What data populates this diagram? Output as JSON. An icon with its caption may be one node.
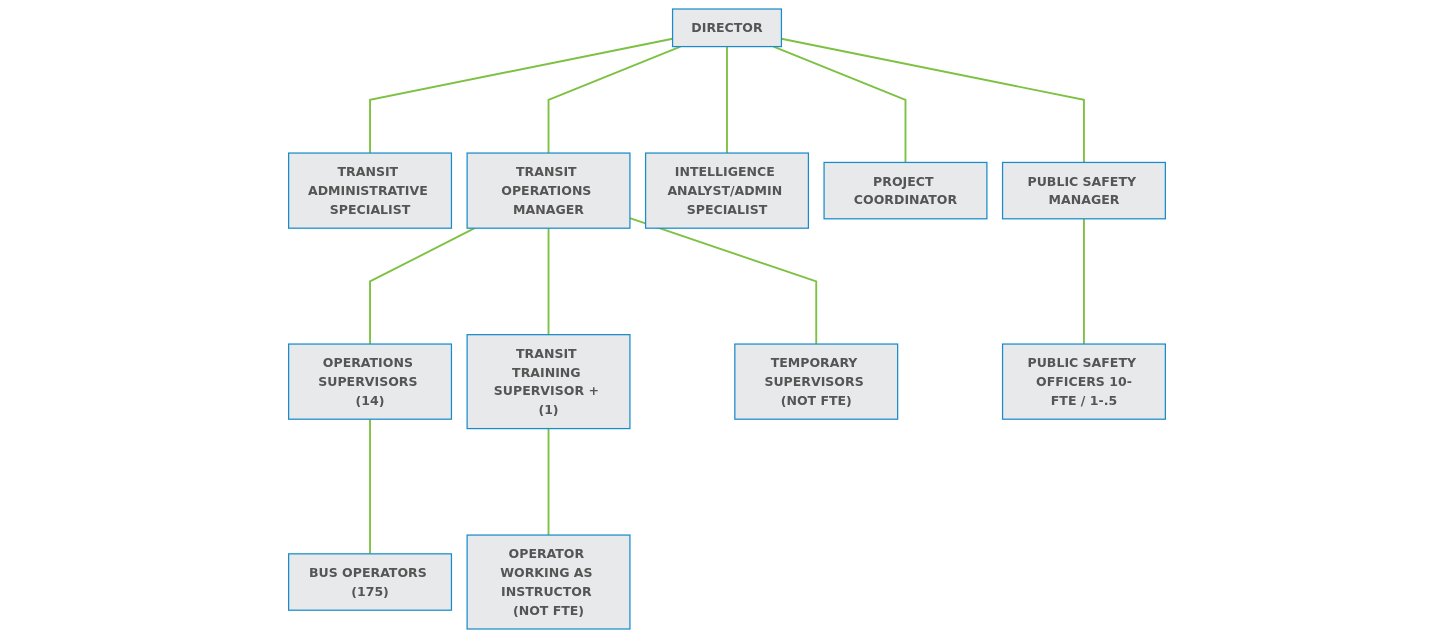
{
  "diagram": {
    "nodes": [
      {
        "text": [
          "DIRECTOR"
        ]
      },
      {
        "text": [
          "TRANSIT ADMINISTRATIVE SPECIALIST"
        ]
      },
      {
        "text": [
          "TRANSIT OPERATIONS MANAGER"
        ]
      },
      {
        "text": [
          "INTELLIGENCE ANALYST/ADMIN SPECIALIST"
        ]
      },
      {
        "text": [
          "PROJECT COORDINATOR"
        ]
      },
      {
        "text": [
          "PUBLIC SAFETY MANAGER"
        ]
      },
      {
        "text": [
          "OPERATIONS SUPERVISORS (14)"
        ]
      },
      {
        "text": [
          "TRANSIT TRAINING SUPERVISOR + (1)"
        ]
      },
      {
        "text": [
          "TEMPORARY SUPERVISORS (NOT FTE)"
        ]
      },
      {
        "text": [
          "PUBLIC SAFETY OFFICERS 10-FTE / 1-.5"
        ]
      },
      {
        "text": [
          "BUS OPERATORS (175)"
        ]
      },
      {
        "text": [
          "OPERATOR WORKING AS INSTRUCTOR (NOT FTE)"
        ]
      }
    ],
    "edges": [
      {
        "from": 0,
        "to": 1,
        "arrow": "none"
      },
      {
        "from": 0,
        "to": 2,
        "arrow": "none"
      },
      {
        "from": 0,
        "to": 3,
        "arrow": "none"
      },
      {
        "from": 0,
        "to": 4,
        "arrow": "none"
      },
      {
        "from": 0,
        "to": 5,
        "arrow": "none"
      },
      {
        "from": 2,
        "to": 6,
        "arrow": "none"
      },
      {
        "from": 2,
        "to": 7,
        "arrow": "none"
      },
      {
        "from": 2,
        "to": 8,
        "arrow": "none"
      },
      {
        "from": 5,
        "to": 9,
        "arrow": "none"
      },
      {
        "from": 6,
        "to": 10,
        "arrow": "none"
      },
      {
        "from": 7,
        "to": 11,
        "arrow": "none"
      }
    ]
  }
}
